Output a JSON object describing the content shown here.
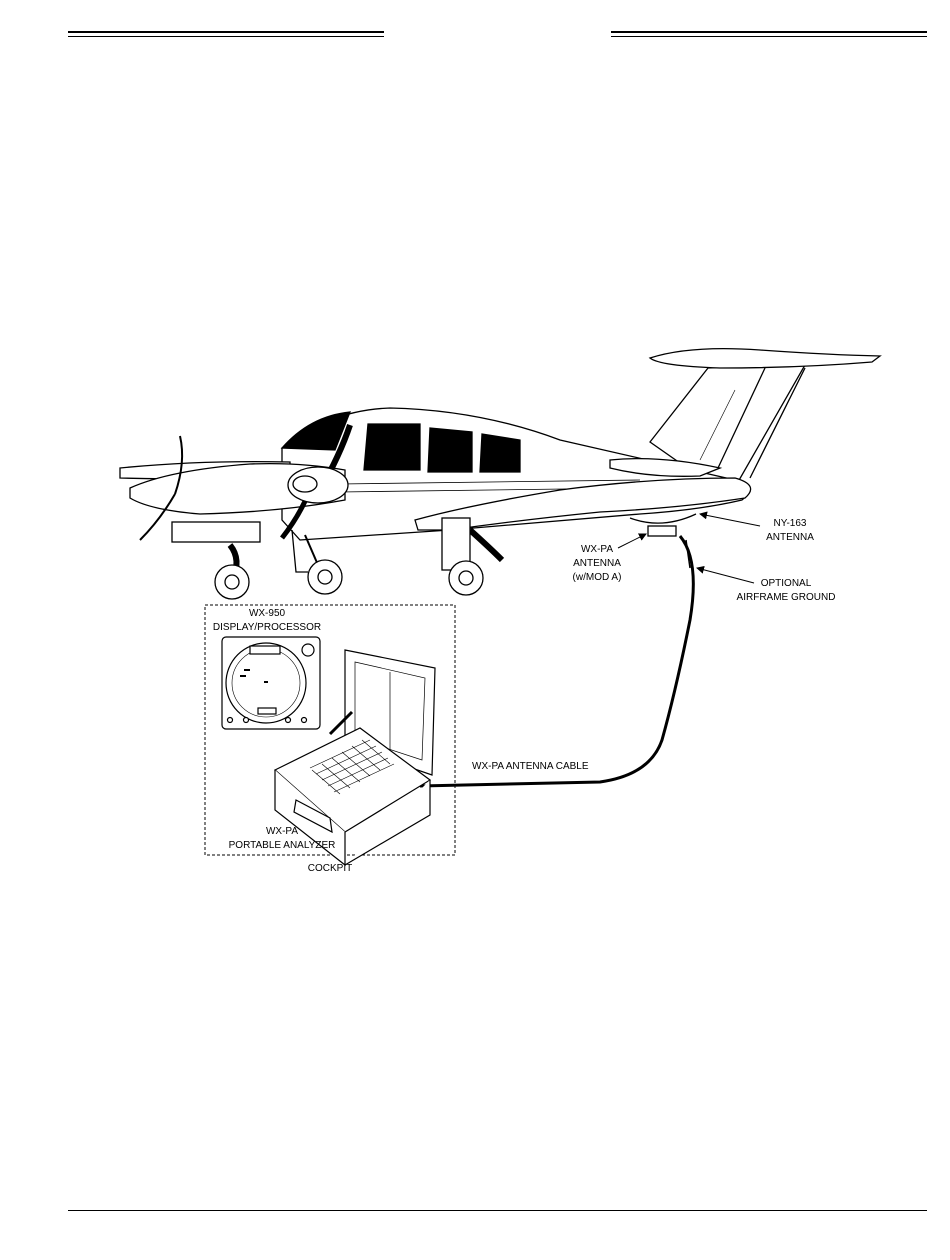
{
  "callouts": {
    "ny163": [
      "NY-163",
      "ANTENNA"
    ],
    "wxpa_antenna": [
      "WX-PA",
      "ANTENNA",
      "(w/MOD A)"
    ],
    "optional_ground": [
      "OPTIONAL",
      "AIRFRAME GROUND"
    ],
    "wx950": [
      "WX-950",
      "DISPLAY/PROCESSOR"
    ],
    "antenna_cable": "WX-PA ANTENNA CABLE",
    "analyzer": [
      "WX-PA",
      "PORTABLE ANALYZER"
    ],
    "cockpit": "COCKPIT"
  },
  "colors": {
    "ink": "#000000",
    "paper": "#ffffff"
  }
}
